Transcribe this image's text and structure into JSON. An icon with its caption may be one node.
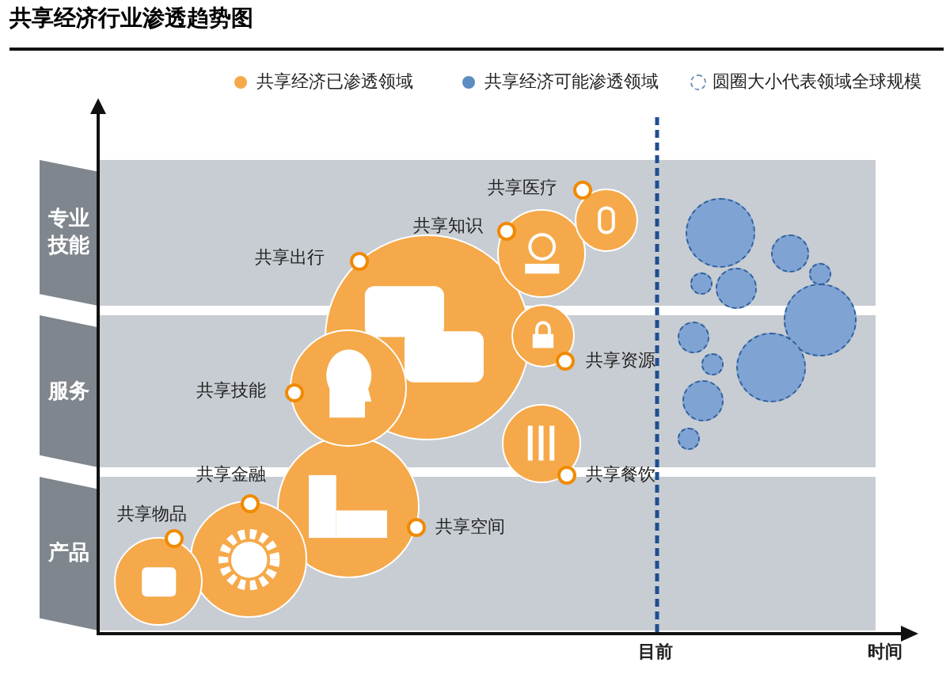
{
  "diagram": {
    "title": "共享经济行业渗透趋势图",
    "nodes": [
      {
        "text": [
          "专业技能"
        ]
      },
      {
        "text": [
          "服务"
        ]
      },
      {
        "text": [
          "产品"
        ]
      },
      {
        "text": [
          "共享医疗"
        ]
      },
      {
        "text": [
          "共享知识"
        ]
      },
      {
        "text": [
          "共享出行"
        ]
      },
      {
        "text": [
          "共享资源"
        ]
      },
      {
        "text": [
          "共享技能"
        ]
      },
      {
        "text": [
          "共享餐饮"
        ]
      },
      {
        "text": [
          "共享金融"
        ]
      },
      {
        "text": [
          "共享物品"
        ]
      },
      {
        "text": [
          "共享空间"
        ]
      },
      {
        "text": [],
        "shape": "circle"
      },
      {
        "text": [],
        "shape": "circle"
      },
      {
        "text": [],
        "shape": "circle"
      },
      {
        "text": [],
        "shape": "circle"
      },
      {
        "text": [],
        "shape": "circle"
      },
      {
        "text": [],
        "shape": "circle"
      },
      {
        "text": [],
        "shape": "circle"
      },
      {
        "text": [],
        "shape": "circle"
      },
      {
        "text": [],
        "shape": "circle"
      },
      {
        "text": [],
        "shape": "circle"
      },
      {
        "text": [],
        "shape": "circle"
      }
    ],
    "edges": [],
    "labels": [
      "目前",
      "时间"
    ],
    "legend": [
      {
        "text": "共享经济已渗透领域",
        "color": "#f5a94a"
      },
      {
        "text": "共享经济可能渗透领域",
        "color": "#5b8dc0"
      },
      {
        "text": "圆圈大小代表领域全球规模"
      }
    ]
  }
}
